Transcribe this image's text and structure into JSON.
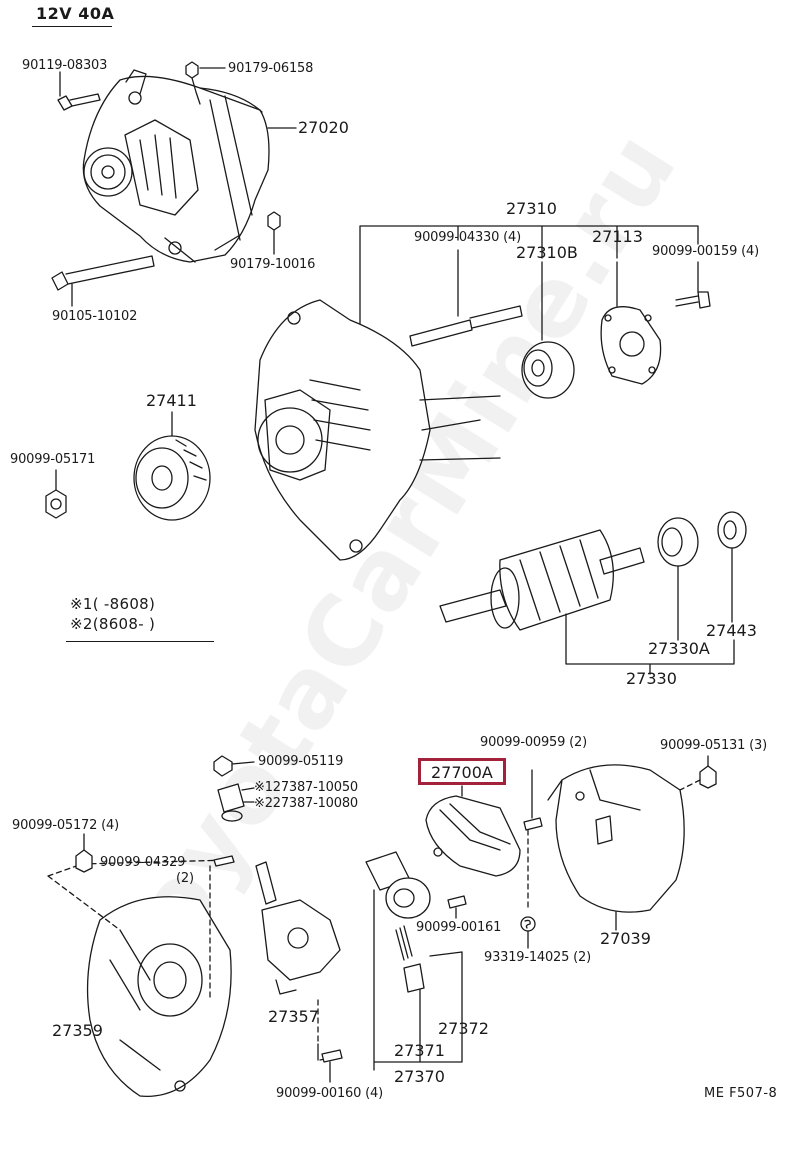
{
  "title": "12V 40A",
  "watermark": "ToyotaCarMine.ru",
  "diagram_code": "ME F507-8",
  "accent_color": "#a3213a",
  "highlighted_part": "27700A",
  "notes": {
    "note1": "※1(     -8608)",
    "note2": "※2(8608-     )"
  },
  "parts": {
    "p90119_08303": "90119-08303",
    "p90179_06158": "90179-06158",
    "p27020": "27020",
    "p90179_10016": "90179-10016",
    "p90105_10102": "90105-10102",
    "p27310": "27310",
    "p90099_04330": "90099-04330 (4)",
    "p27310B": "27310B",
    "p27113": "27113",
    "p90099_00159": "90099-00159 (4)",
    "p27411": "27411",
    "p90099_05171": "90099-05171",
    "p27443": "27443",
    "p27330A": "27330A",
    "p27330": "27330",
    "p90099_05119": "90099-05119",
    "p27387_1": "※127387-10050",
    "p27387_2": "※227387-10080",
    "p90099_05172": "90099-05172 (4)",
    "p90099_04329": "90099-04329",
    "p90099_04329_qty": "(2)",
    "p90099_00959": "90099-00959 (2)",
    "p90099_05131": "90099-05131 (3)",
    "p90099_00161": "90099-00161",
    "p93319_14025": "93319-14025 (2)",
    "p27039": "27039",
    "p27359": "27359",
    "p27357": "27357",
    "p27372": "27372",
    "p27371": "27371",
    "p27370": "27370",
    "p90099_00160": "90099-00160 (4)"
  }
}
